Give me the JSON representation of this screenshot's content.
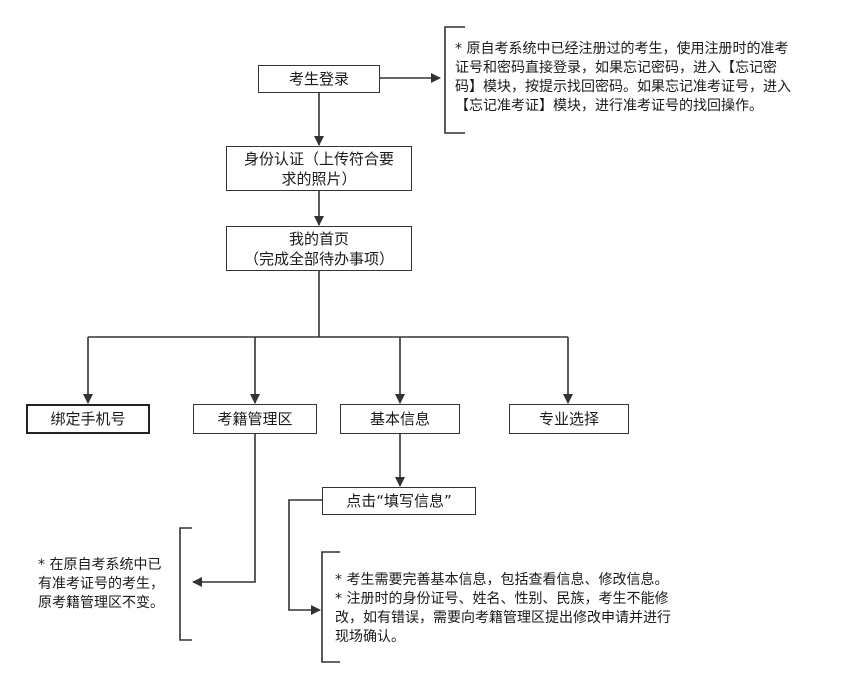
{
  "nodes": {
    "login": "考生登录",
    "auth_line1": "身份认证（上传符合要",
    "auth_line2": "求的照片）",
    "home_line1": "我的首页",
    "home_line2": "（完成全部待办事项）",
    "bind_phone": "绑定手机号",
    "region": "考籍管理区",
    "basic_info": "基本信息",
    "major": "专业选择",
    "fill_info": "点击“填写信息”"
  },
  "notes": {
    "login_note": [
      "* 原自考系统中已经注册过的考生，使用注册时的准考",
      "证号和密码直接登录，如果忘记密码，进入【忘记密",
      "码】模块，按提示找回密码。如果忘记准考证号，进入",
      "【忘记准考证】模块，进行准考证号的找回操作。"
    ],
    "region_note": [
      "* 在原自考系统中已",
      "有准考证号的考生，",
      "原考籍管理区不变。"
    ],
    "info_note": [
      "* 考生需要完善基本信息，包括查看信息、修改信息。",
      "* 注册时的身份证号、姓名、性别、民族，考生不能修",
      "改，如有错误，需要向考籍管理区提出修改申请并进行",
      "现场确认。"
    ]
  },
  "colors": {
    "line": "#333333",
    "text": "#1a1a1a"
  }
}
